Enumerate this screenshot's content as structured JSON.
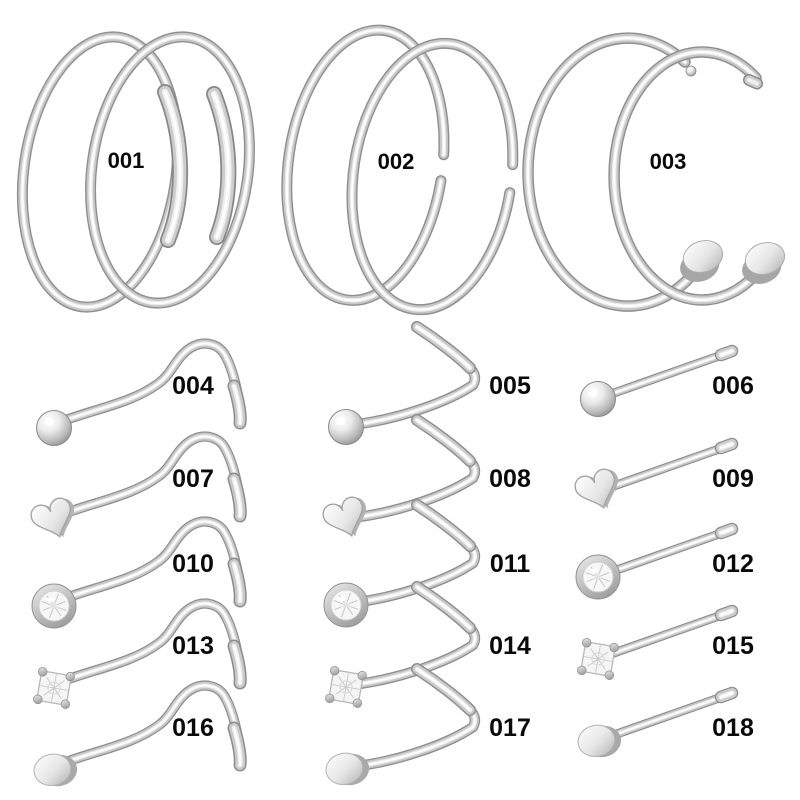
{
  "figure": {
    "kind": "jewelry-product-sheet",
    "background": "#ffffff",
    "items_total": 18
  },
  "colors": {
    "background": "#ffffff",
    "label_text": "#0a0a0a",
    "metal_edge": "#8d8d8d",
    "metal_mid": "#c6c6c6",
    "metal_light": "#eaeaea",
    "metal_highlight": "#ffffff",
    "crystal": "#f7f7f7"
  },
  "products": [
    {
      "label": "001",
      "type": "double-hoop-tube-closure"
    },
    {
      "label": "002",
      "type": "double-hoop-open-gap"
    },
    {
      "label": "003",
      "type": "double-c-cuff-flat-disc-ends"
    },
    {
      "label": "004",
      "body": "screw",
      "ornament": "ball"
    },
    {
      "label": "005",
      "body": "l-shape",
      "ornament": "ball"
    },
    {
      "label": "006",
      "body": "bone",
      "ornament": "ball"
    },
    {
      "label": "007",
      "body": "screw",
      "ornament": "heart"
    },
    {
      "label": "008",
      "body": "l-shape",
      "ornament": "heart"
    },
    {
      "label": "009",
      "body": "bone",
      "ornament": "heart"
    },
    {
      "label": "010",
      "body": "screw",
      "ornament": "bezel-crystal"
    },
    {
      "label": "011",
      "body": "l-shape",
      "ornament": "bezel-crystal"
    },
    {
      "label": "012",
      "body": "bone",
      "ornament": "bezel-crystal"
    },
    {
      "label": "013",
      "body": "screw",
      "ornament": "prong-crystal"
    },
    {
      "label": "014",
      "body": "l-shape",
      "ornament": "prong-crystal"
    },
    {
      "label": "015",
      "body": "bone",
      "ornament": "prong-crystal"
    },
    {
      "label": "016",
      "body": "screw",
      "ornament": "flat-disc"
    },
    {
      "label": "017",
      "body": "l-shape",
      "ornament": "flat-disc"
    },
    {
      "label": "018",
      "body": "bone",
      "ornament": "flat-disc"
    }
  ]
}
